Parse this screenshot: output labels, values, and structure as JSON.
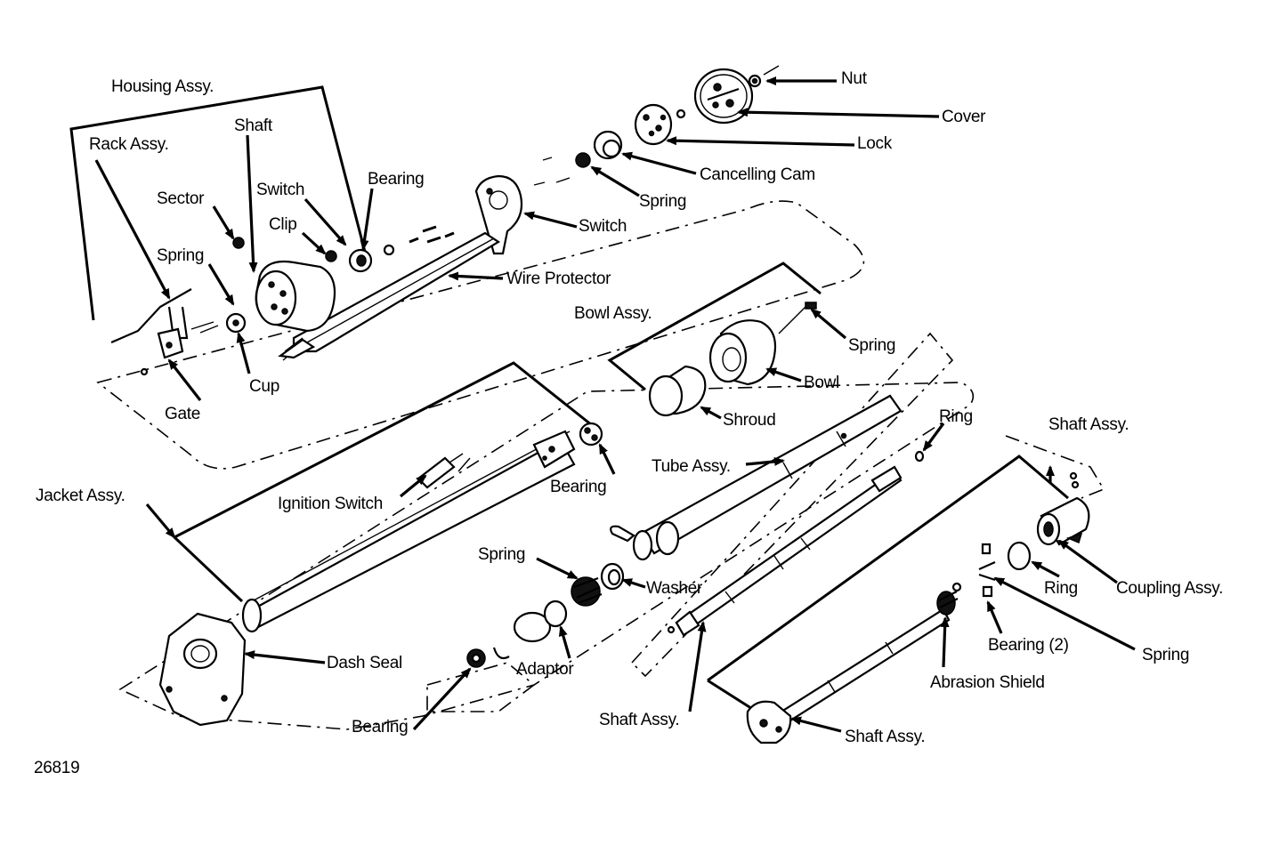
{
  "figure_number": "26819",
  "labels": {
    "housing_assy": "Housing Assy.",
    "rack_assy": "Rack Assy.",
    "shaft_top": "Shaft",
    "switch_small": "Switch",
    "bearing_top": "Bearing",
    "sector": "Sector",
    "clip": "Clip",
    "spring_rack": "Spring",
    "cup": "Cup",
    "gate": "Gate",
    "nut": "Nut",
    "cover": "Cover",
    "lock": "Lock",
    "cancelling_cam": "Cancelling Cam",
    "spring_cam": "Spring",
    "switch_main": "Switch",
    "wire_protector": "Wire Protector",
    "bowl_assy": "Bowl Assy.",
    "spring_bowl": "Spring",
    "bowl": "Bowl",
    "shroud": "Shroud",
    "ring_tube": "Ring",
    "tube_assy": "Tube Assy.",
    "bearing_jacket": "Bearing",
    "ignition_switch": "Ignition Switch",
    "jacket_assy": "Jacket Assy.",
    "spring_lower": "Spring",
    "washer": "Washer",
    "adaptor": "Adaptor",
    "dash_seal": "Dash Seal",
    "bearing_lower": "Bearing",
    "shaft_assy_middle": "Shaft Assy.",
    "shaft_assy_right": "Shaft Assy.",
    "ring_coupling": "Ring",
    "coupling_assy": "Coupling Assy.",
    "bearing_2": "Bearing (2)",
    "spring_coupling": "Spring",
    "abrasion_shield": "Abrasion Shield",
    "shaft_assy_bottom": "Shaft Assy."
  }
}
